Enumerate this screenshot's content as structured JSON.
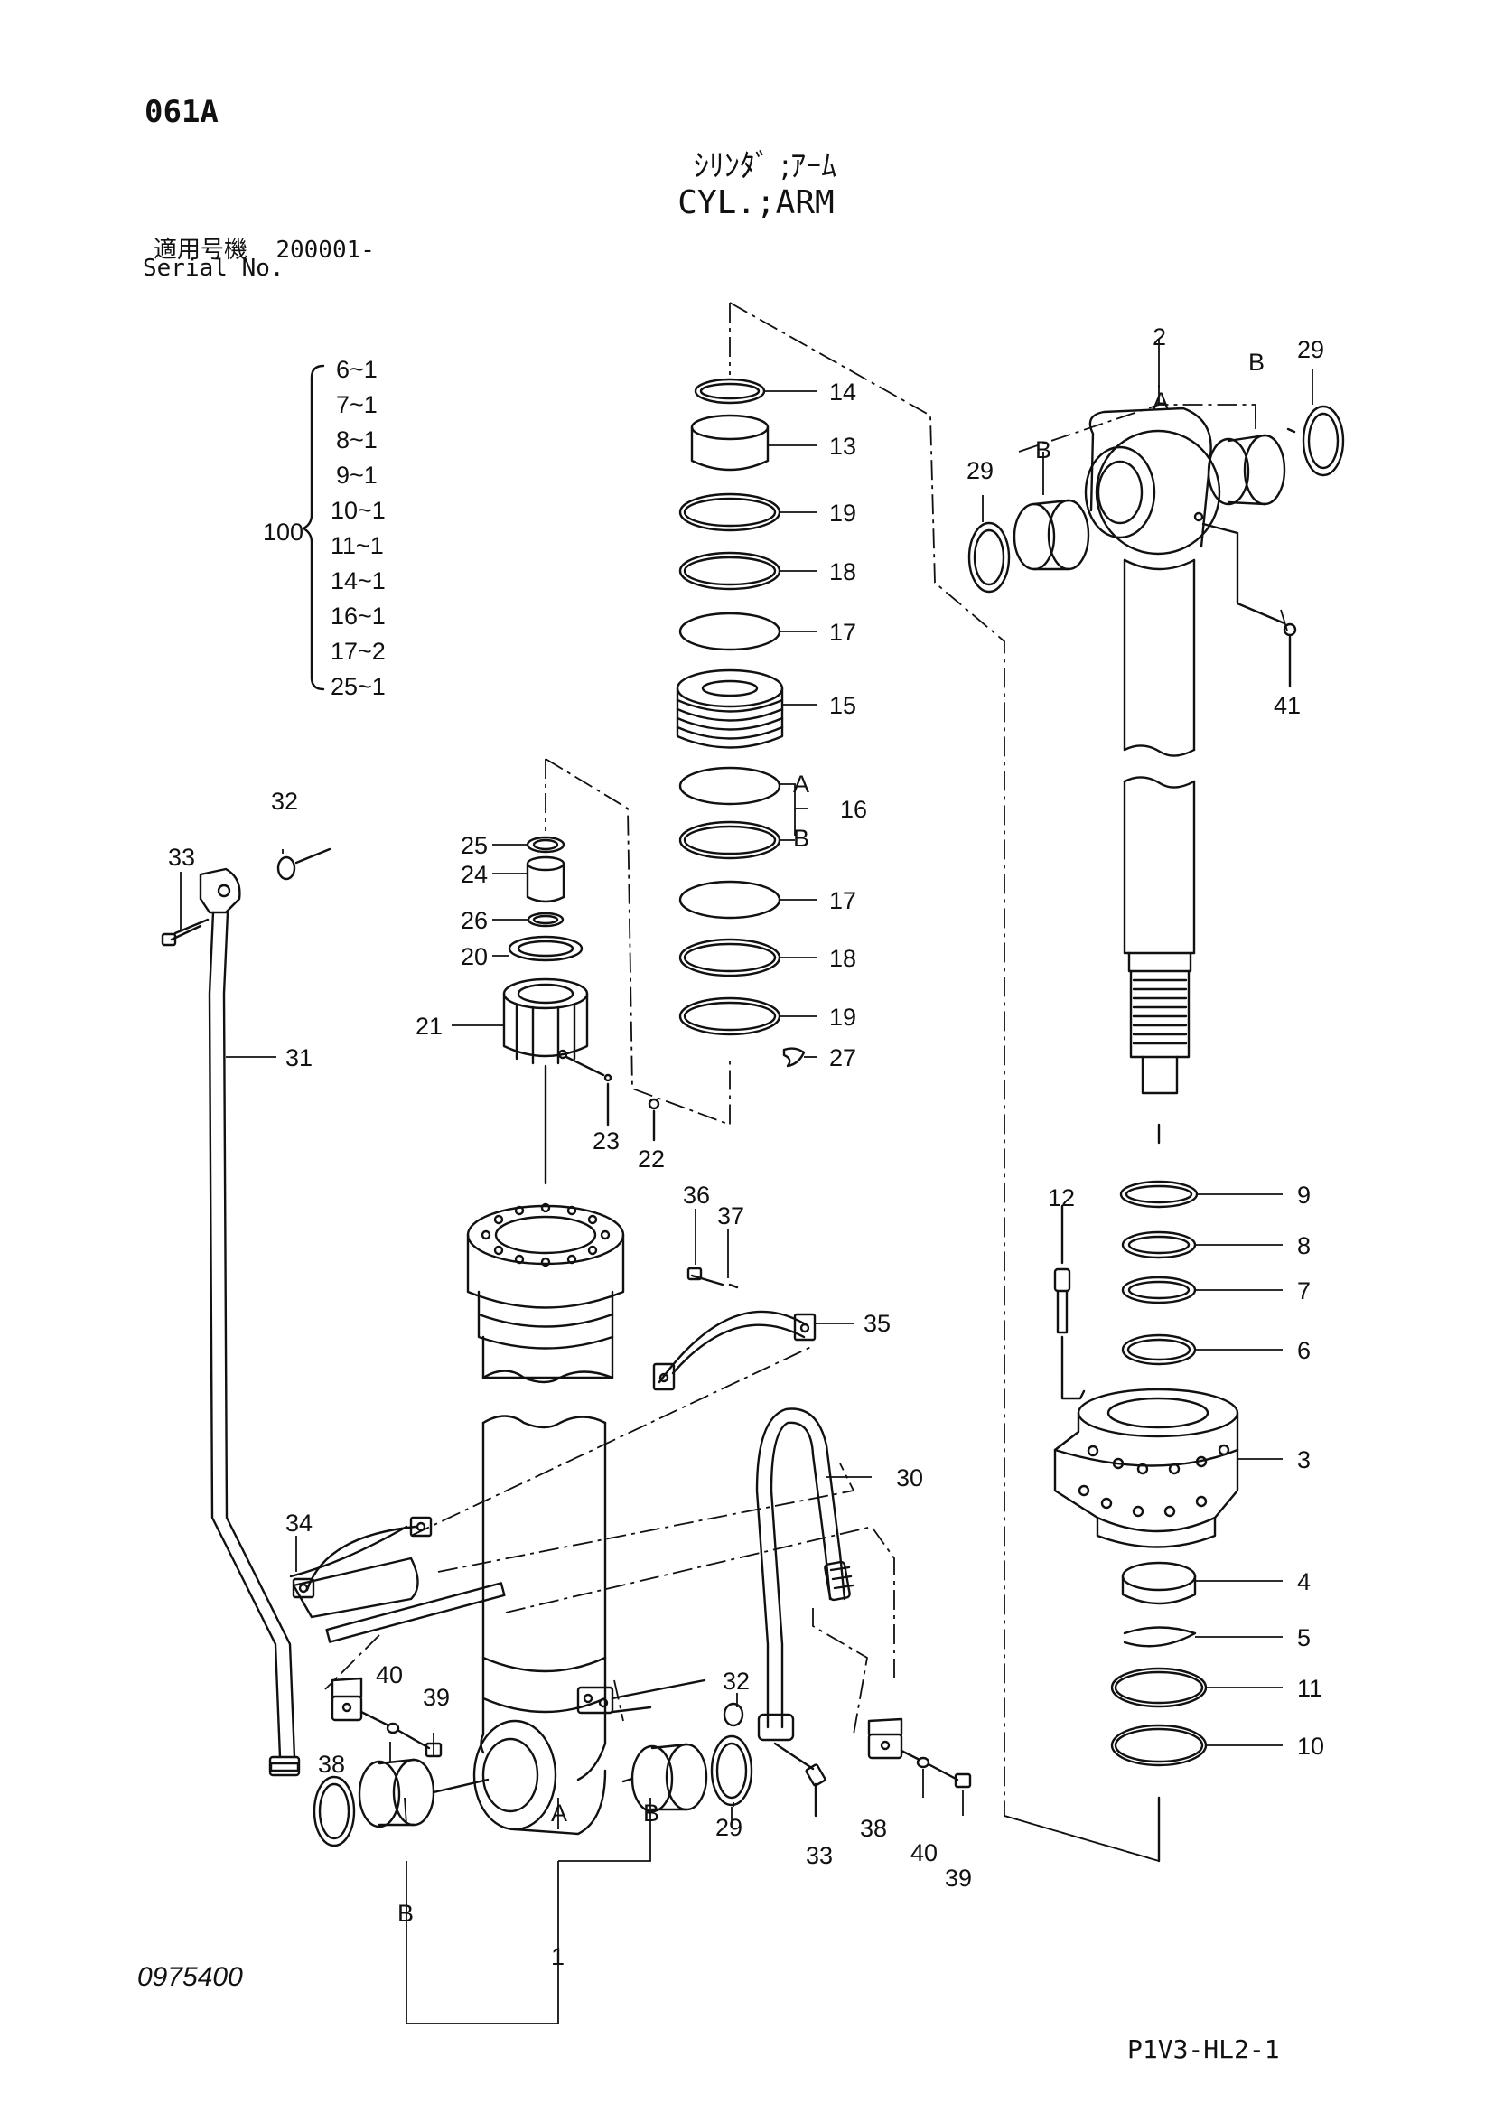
{
  "header": {
    "page_code": "061A",
    "title_jp": "ｼﾘﾝﾀﾞ ;ｱｰﾑ",
    "title_en": "CYL.;ARM",
    "serial_label_jp": "適用号機",
    "serial_value": "200001-",
    "serial_label_en": "Serial No."
  },
  "kit": {
    "number": "100",
    "items": [
      "6~1",
      "7~1",
      "8~1",
      "9~1",
      "10~1",
      "11~1",
      "14~1",
      "16~1",
      "17~2",
      "25~1"
    ]
  },
  "callouts": {
    "p1": "1",
    "p2": "2",
    "p3": "3",
    "p4": "4",
    "p5": "5",
    "p6": "6",
    "p7": "7",
    "p8": "8",
    "p9": "9",
    "p10": "10",
    "p11": "11",
    "p12": "12",
    "p13": "13",
    "p14": "14",
    "p15": "15",
    "p16": "16",
    "p17a": "17",
    "p17b": "17",
    "p18a": "18",
    "p18b": "18",
    "p19a": "19",
    "p19b": "19",
    "p20": "20",
    "p21": "21",
    "p22": "22",
    "p23": "23",
    "p24": "24",
    "p25": "25",
    "p26": "26",
    "p27": "27",
    "p29a": "29",
    "p29b": "29",
    "p29c": "29",
    "p30": "30",
    "p31": "31",
    "p32a": "32",
    "p32b": "32",
    "p33a": "33",
    "p33b": "33",
    "p34": "34",
    "p35": "35",
    "p36": "36",
    "p37": "37",
    "p38a": "38",
    "p38b": "38",
    "p39a": "39",
    "p39b": "39",
    "p40a": "40",
    "p40b": "40",
    "p41": "41",
    "A1": "A",
    "A2": "A",
    "A16": "A",
    "B1": "B",
    "B2": "B",
    "B3": "B",
    "B4": "B",
    "B16": "B"
  },
  "footer": {
    "doc_number": "0975400",
    "sheet_code": "P1V3-HL2-1"
  }
}
